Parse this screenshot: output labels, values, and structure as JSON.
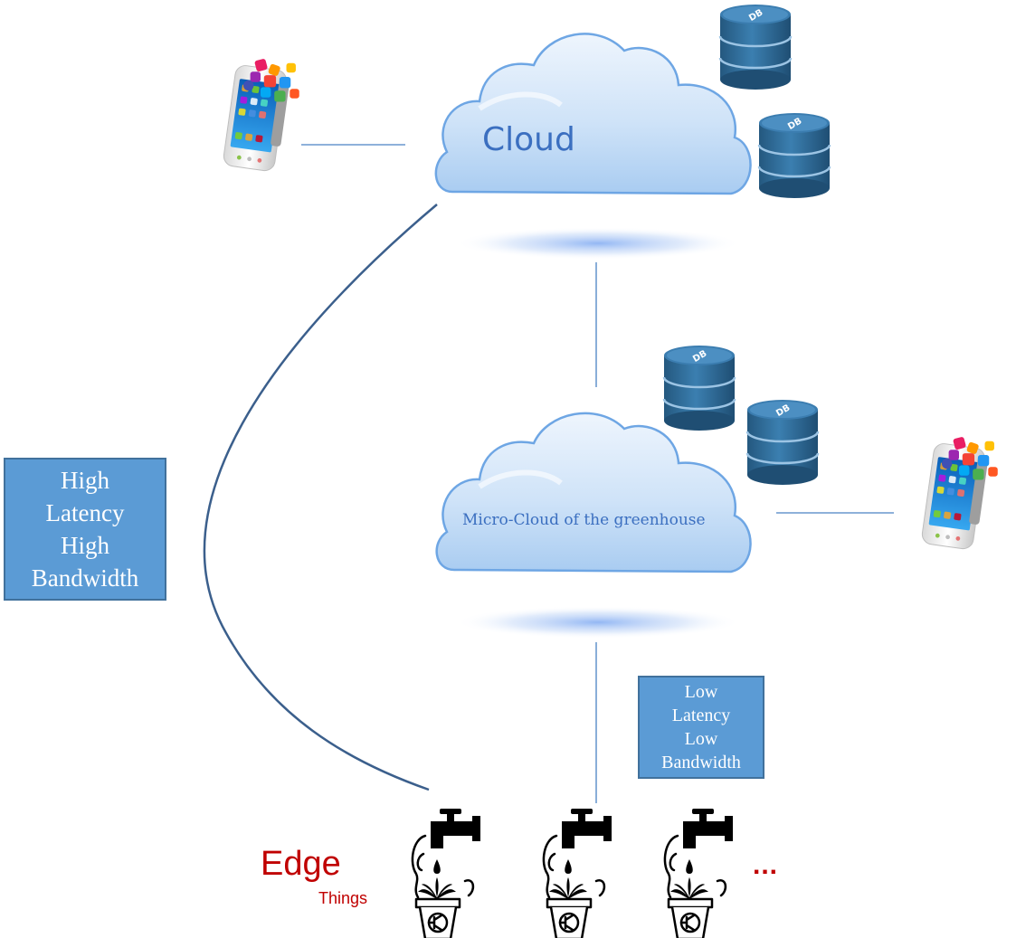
{
  "cloud": {
    "label": "Cloud"
  },
  "micro_cloud": {
    "label": "Micro-Cloud of the greenhouse"
  },
  "database": {
    "label": "DB"
  },
  "high_box": {
    "lines": [
      "High",
      "Latency",
      "High",
      "Bandwidth"
    ]
  },
  "low_box": {
    "lines": [
      "Low",
      "Latency",
      "Low",
      "Bandwidth"
    ]
  },
  "edge": {
    "label": "Edge",
    "sublabel": "Things",
    "more": "..."
  },
  "colors": {
    "cloud_text": "#3b6fc0",
    "box_fill": "#5b9bd5",
    "edge_red": "#c00000",
    "db_fill": "#2e6a98",
    "connector": "#4a82c4",
    "curve": "#3b5f8c"
  },
  "icons": [
    "smartphone-apps-icon",
    "database-icon",
    "irrigation-plant-icon"
  ]
}
